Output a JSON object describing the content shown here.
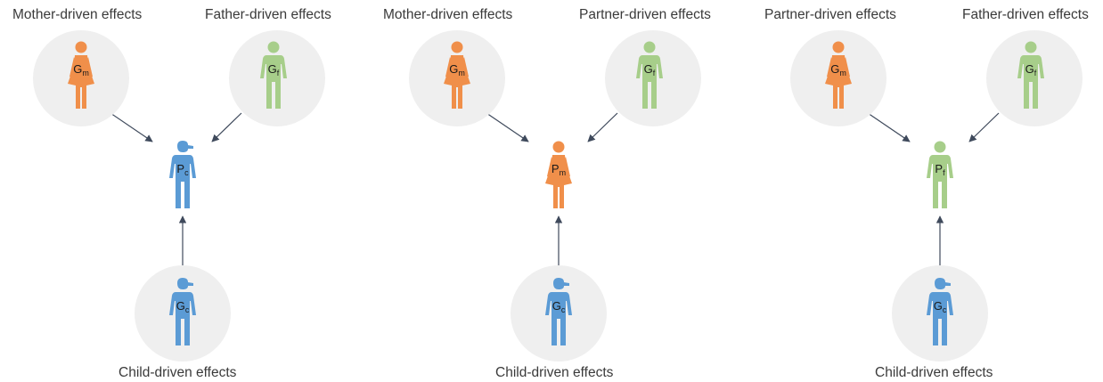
{
  "colors": {
    "mother": "#F08F4A",
    "father": "#A7CE8A",
    "child": "#5B9BD5",
    "circle": "#EFEFEF",
    "arrow": "#3F4A5C"
  },
  "panels": [
    {
      "top_left_label": "Mother-driven effects",
      "top_right_label": "Father-driven effects",
      "bottom_label": "Child-driven effects",
      "left_parent": {
        "letter": "G",
        "sub": "m",
        "role": "mother"
      },
      "right_parent": {
        "letter": "G",
        "sub": "f",
        "role": "father"
      },
      "child": {
        "letter": "G",
        "sub": "c",
        "role": "child"
      },
      "target": {
        "letter": "P",
        "sub": "c",
        "role": "child"
      }
    },
    {
      "top_left_label": "Mother-driven effects",
      "top_right_label": "Partner-driven effects",
      "bottom_label": "Child-driven effects",
      "left_parent": {
        "letter": "G",
        "sub": "m",
        "role": "mother"
      },
      "right_parent": {
        "letter": "G",
        "sub": "f",
        "role": "father"
      },
      "child": {
        "letter": "G",
        "sub": "c",
        "role": "child"
      },
      "target": {
        "letter": "P",
        "sub": "m",
        "role": "mother"
      }
    },
    {
      "top_left_label": "Partner-driven effects",
      "top_right_label": "Father-driven effects",
      "bottom_label": "Child-driven effects",
      "left_parent": {
        "letter": "G",
        "sub": "m",
        "role": "mother"
      },
      "right_parent": {
        "letter": "G",
        "sub": "f",
        "role": "father"
      },
      "child": {
        "letter": "G",
        "sub": "c",
        "role": "child"
      },
      "target": {
        "letter": "P",
        "sub": "f",
        "role": "father"
      }
    }
  ]
}
